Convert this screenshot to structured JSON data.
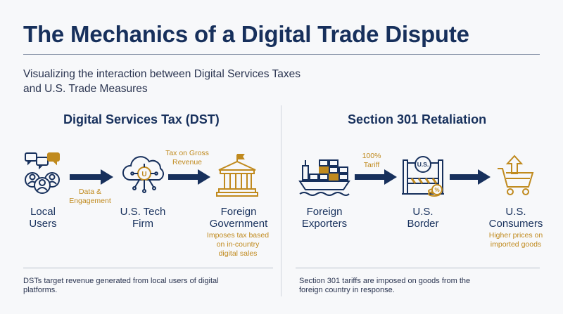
{
  "title": "The Mechanics of a Digital Trade Dispute",
  "subtitle": "Visualizing the interaction between Digital Services Taxes and U.S. Trade Measures",
  "left": {
    "heading": "Digital Services Tax (DST)",
    "nodes": [
      {
        "label": "Local\nUsers",
        "icon": "users-chat-icon"
      },
      {
        "label": "U.S. Tech\nFirm",
        "icon": "cloud-chip-icon"
      },
      {
        "label": "Foreign\nGovernment",
        "icon": "government-building-icon"
      }
    ],
    "arrow1_label": "Data &\nEngagement",
    "arrow2_label": "Tax on Gross\nRevenue",
    "note": "Imposes tax based\non in-country\ndigital sales",
    "footnote": "DSTs target revenue generated from local users of digital platforms."
  },
  "right": {
    "heading": "Section 301 Retaliation",
    "nodes": [
      {
        "label": "Foreign\nExporters",
        "icon": "cargo-ship-icon"
      },
      {
        "label": "U.S.\nBorder",
        "icon": "border-gate-icon",
        "badge": "U.S."
      },
      {
        "label": "U.S.\nConsumers",
        "icon": "shopping-cart-icon"
      }
    ],
    "arrow1_label": "100%\nTariff",
    "note": "Higher prices on\nimported goods",
    "footnote": "Section 301 tariffs are imposed on goods from the foreign country in response."
  },
  "colors": {
    "navy": "#17305c",
    "gold": "#c08a1e",
    "background": "#f7f8fa"
  }
}
